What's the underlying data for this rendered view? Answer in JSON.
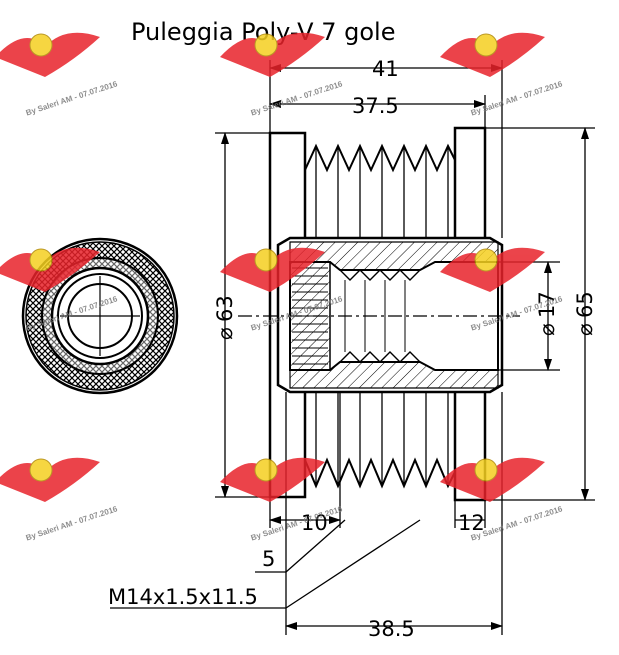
{
  "title": "Puleggia Poly-V 7 gole",
  "dimensions": {
    "overall_width": "41",
    "pulley_width": "37.5",
    "bore_width": "38.5",
    "left_offset": "10",
    "right_offset": "12",
    "chamfer": "5",
    "thread": "M14x1.5x11.5",
    "diameter_outer": "65",
    "diameter_groove": "63",
    "diameter_bore": "17"
  },
  "watermark": {
    "text": "By Saleri AM - 07.07.2016",
    "logo_color": "#e8232b",
    "badge_color": "#f5d020"
  }
}
